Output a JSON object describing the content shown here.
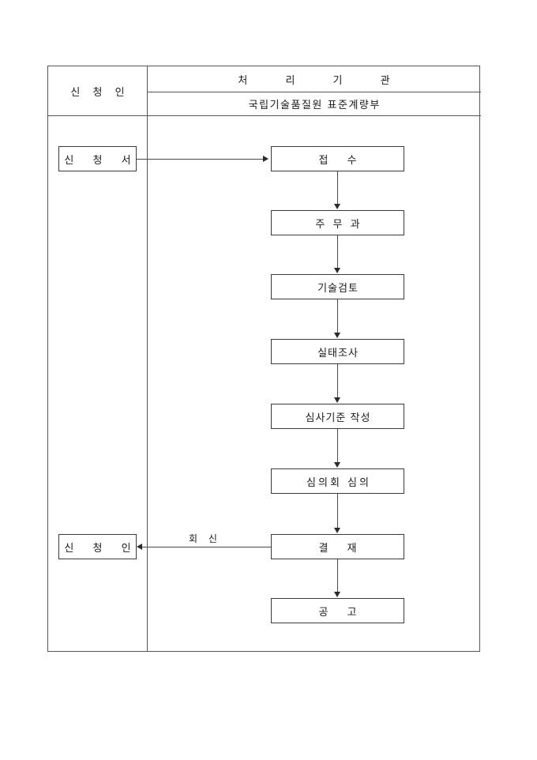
{
  "table": {
    "header": {
      "applicant_label": "신 청 인",
      "agency_label": "처 리 기 관",
      "department_label": "국립기술품질원 표준계량부"
    }
  },
  "flow": {
    "left_nodes": [
      {
        "id": "application-form",
        "label": "신 청 서"
      },
      {
        "id": "applicant",
        "label": "신 청 인"
      }
    ],
    "right_nodes": [
      {
        "id": "receipt",
        "label": "접    수"
      },
      {
        "id": "responsible-dept",
        "label": "주 무 과"
      },
      {
        "id": "technical-review",
        "label": "기술검토"
      },
      {
        "id": "field-survey",
        "label": "실태조사"
      },
      {
        "id": "criteria-drafting",
        "label": "심사기준 작성"
      },
      {
        "id": "committee-review",
        "label": "심의회 심의"
      },
      {
        "id": "approval",
        "label": "결    재"
      },
      {
        "id": "public-notice",
        "label": "공    고"
      }
    ],
    "edges": [
      {
        "id": "submit",
        "label": "",
        "direction": "right"
      },
      {
        "id": "reply",
        "label": "회 신",
        "direction": "left"
      }
    ]
  }
}
